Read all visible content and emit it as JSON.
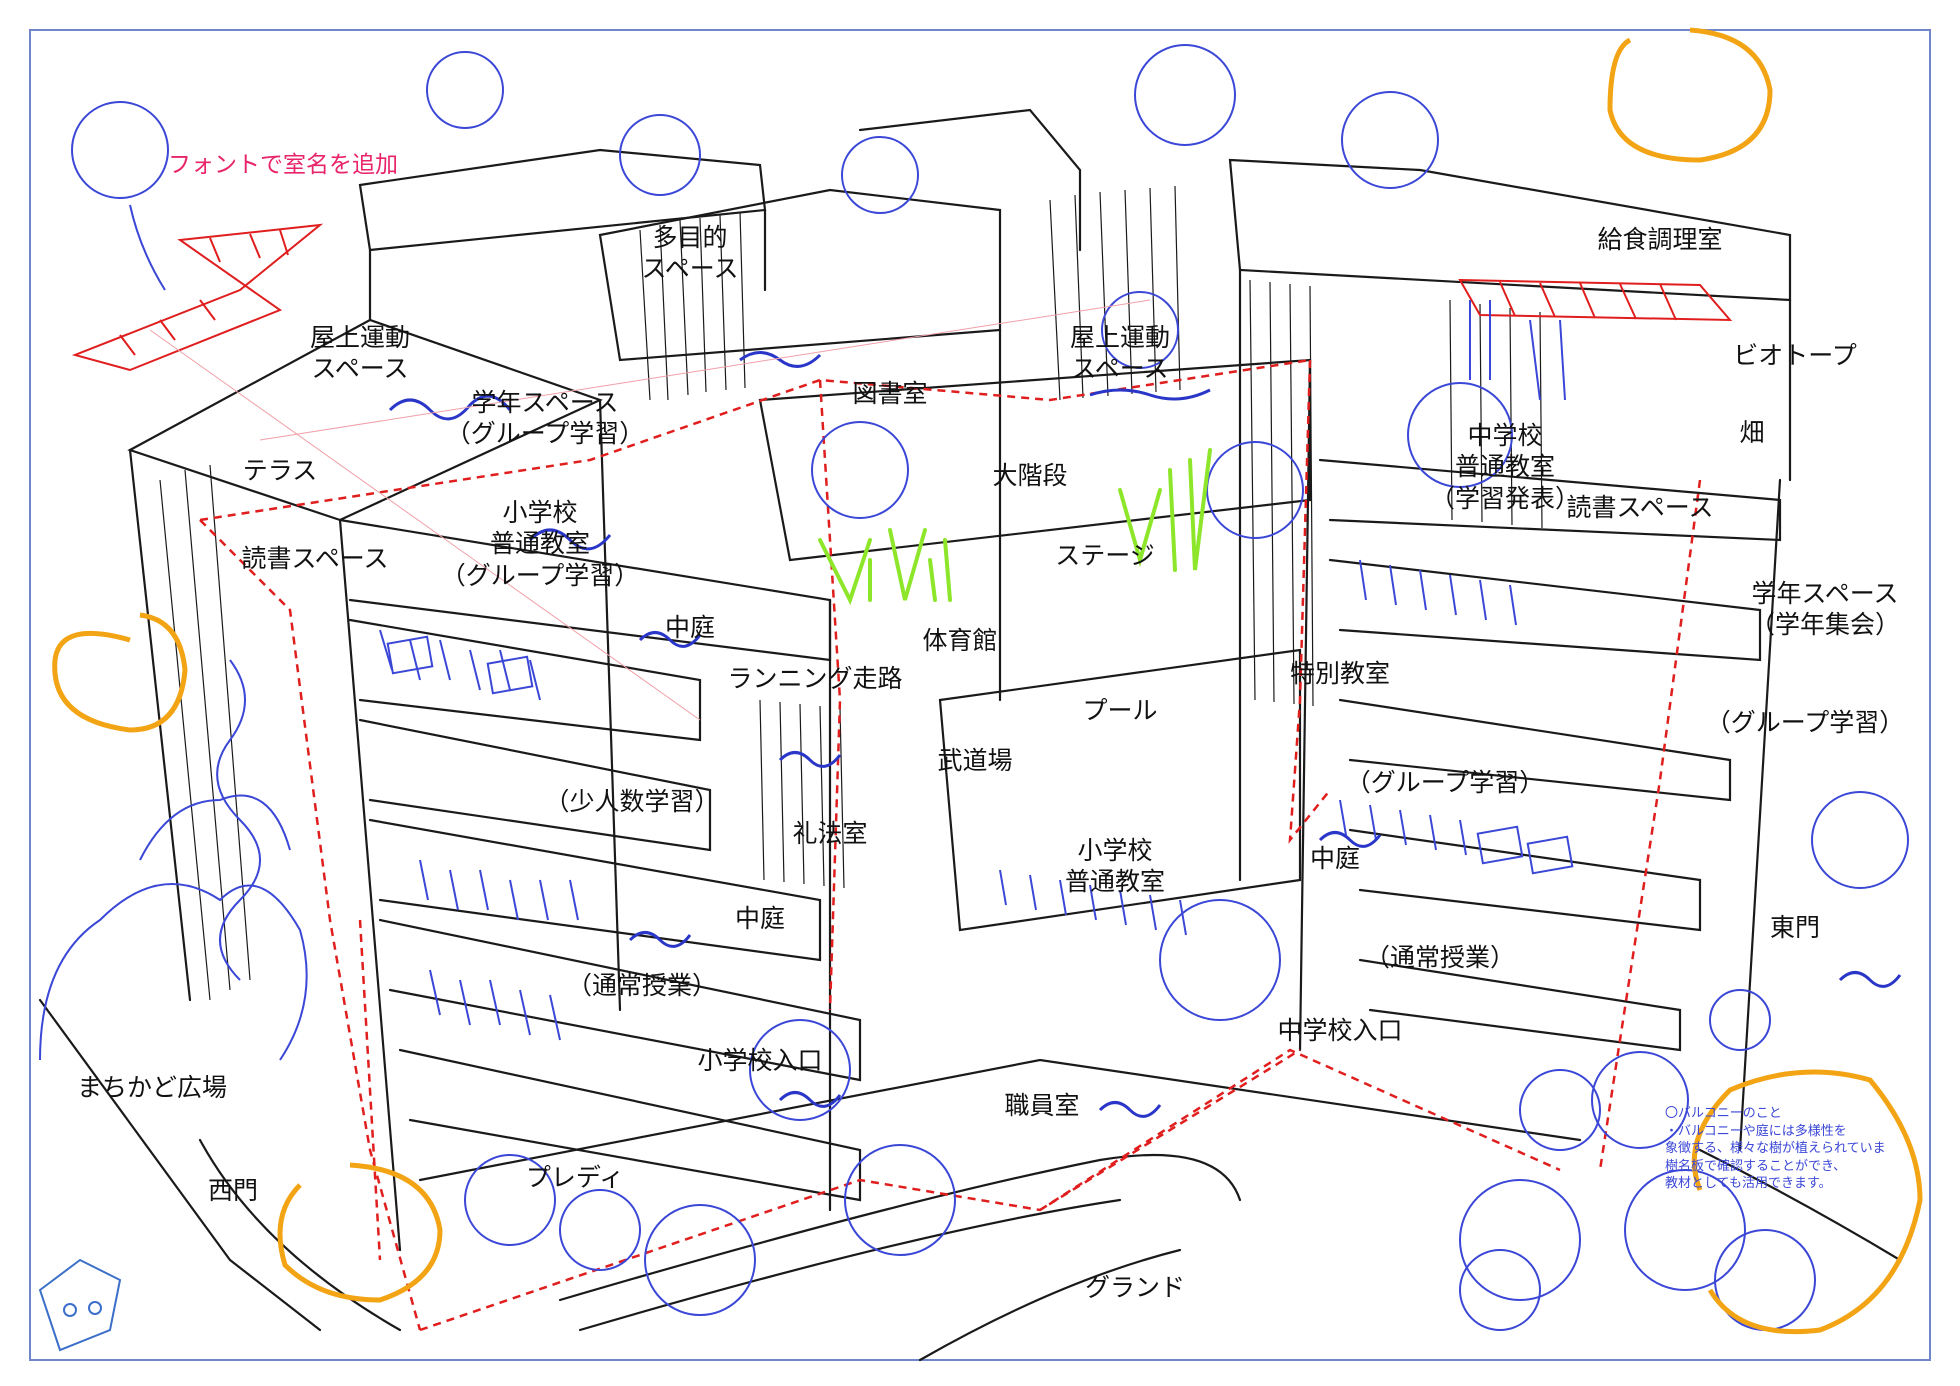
{
  "annotation_title": "フォントで室名を追加",
  "rooms": [
    {
      "name": "multipurpose",
      "text": "多目的\nスペース"
    },
    {
      "name": "rooftop-sports-left",
      "text": "屋上運動\nスペース"
    },
    {
      "name": "rooftop-sports-right",
      "text": "屋上運動\nスペース"
    },
    {
      "name": "kitchen",
      "text": "給食調理室"
    },
    {
      "name": "biotope",
      "text": "ビオトープ"
    },
    {
      "name": "field",
      "text": "畑"
    },
    {
      "name": "grade-space-left",
      "text": "学年スペース\n（グループ学習）"
    },
    {
      "name": "library",
      "text": "図書室"
    },
    {
      "name": "grand-stairs",
      "text": "大階段"
    },
    {
      "name": "terrace",
      "text": "テラス"
    },
    {
      "name": "reading-space-left",
      "text": "読書スペース"
    },
    {
      "name": "elementary-classroom-top",
      "text": "小学校\n普通教室\n（グループ学習）"
    },
    {
      "name": "stage",
      "text": "ステージ"
    },
    {
      "name": "middle-classroom",
      "text": "中学校\n普通教室\n（学習発表）"
    },
    {
      "name": "reading-space-right",
      "text": "読書スペース"
    },
    {
      "name": "grade-space-right",
      "text": "学年スペース\n（学年集会）"
    },
    {
      "name": "courtyard-top",
      "text": "中庭"
    },
    {
      "name": "gym",
      "text": "体育館"
    },
    {
      "name": "running-track",
      "text": "ランニング走路"
    },
    {
      "name": "special-classroom",
      "text": "特別教室"
    },
    {
      "name": "pool",
      "text": "プール"
    },
    {
      "name": "group-study-right",
      "text": "（グループ学習）"
    },
    {
      "name": "martial-arts",
      "text": "武道場"
    },
    {
      "name": "small-group",
      "text": "（少人数学習）"
    },
    {
      "name": "group-study-mid",
      "text": "（グループ学習）"
    },
    {
      "name": "etiquette-room",
      "text": "礼法室"
    },
    {
      "name": "elementary-classroom-mid",
      "text": "小学校\n普通教室"
    },
    {
      "name": "courtyard-right",
      "text": "中庭"
    },
    {
      "name": "courtyard-mid",
      "text": "中庭"
    },
    {
      "name": "east-gate",
      "text": "東門"
    },
    {
      "name": "regular-class-left",
      "text": "（通常授業）"
    },
    {
      "name": "regular-class-right",
      "text": "（通常授業）"
    },
    {
      "name": "middle-entrance",
      "text": "中学校入口"
    },
    {
      "name": "elementary-entrance",
      "text": "小学校入口"
    },
    {
      "name": "machikado-plaza",
      "text": "まちかど広場"
    },
    {
      "name": "staff-room",
      "text": "職員室"
    },
    {
      "name": "pre-day",
      "text": "プレディ"
    },
    {
      "name": "west-gate",
      "text": "西門"
    },
    {
      "name": "ground",
      "text": "グランド"
    }
  ],
  "balcony_note": "〇バルコニーのこと\n・バルコニーや庭には多様性を\n象徴する、様々な樹が植えられていま\n樹名板で確認することができ、\n教材としても活用できます。",
  "colors": {
    "ink": "#1a1a1a",
    "pen_blue": "#3b47d6",
    "marker_red": "#e01e1e",
    "orange": "#f2a414",
    "lime": "#8ee62a",
    "note_pink": "#e8246a",
    "frame_blue": "#6f86c9"
  }
}
